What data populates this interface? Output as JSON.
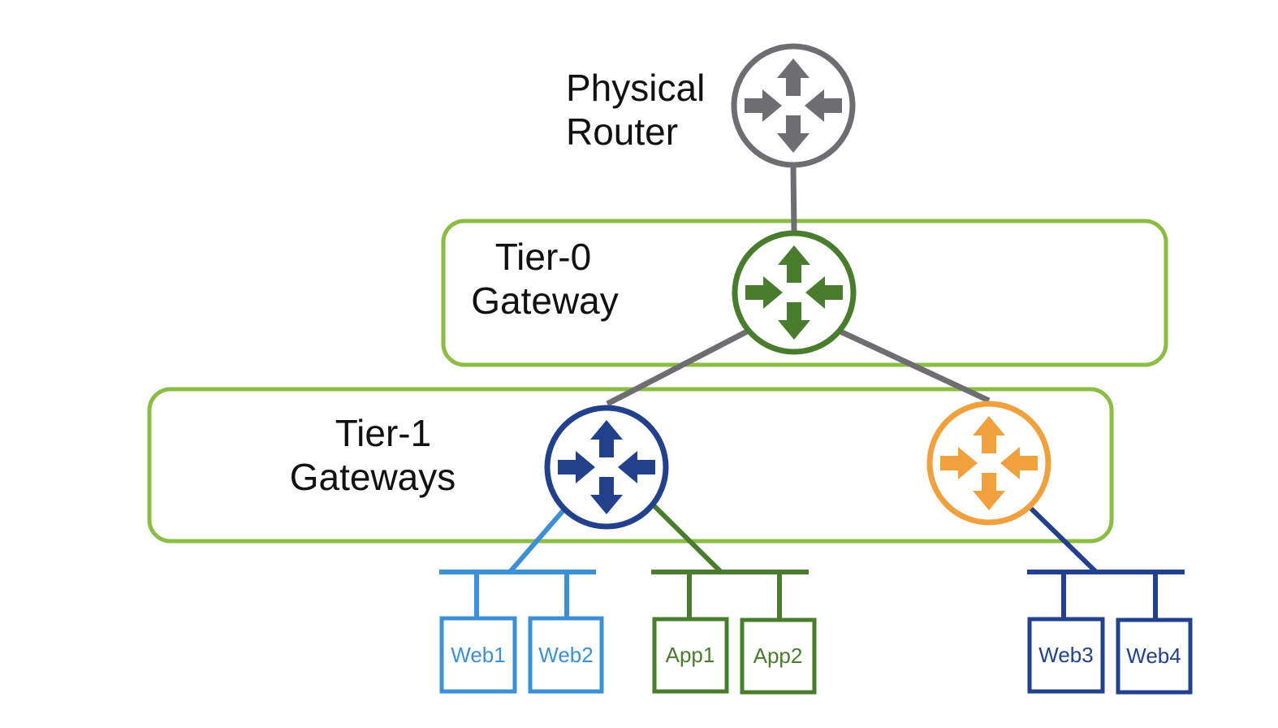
{
  "colors": {
    "gray": "#6e6e72",
    "tier0": "#4a7c2e",
    "tier_box": "#8bbd45",
    "tier1_a": "#22408c",
    "tier1_b": "#f0a03c",
    "seg_web": "#3d8fd6",
    "seg_app": "#4a7c2e",
    "seg_web2": "#22408c"
  },
  "icons": {
    "router": "router-icon"
  },
  "physical_router": {
    "line1": "Physical",
    "line2": "Router"
  },
  "tier0": {
    "line1": "Tier-0",
    "line2": "Gateway"
  },
  "tier1": {
    "line1": "Tier-1",
    "line2": "Gateways"
  },
  "vms": {
    "web1": "Web1",
    "web2": "Web2",
    "app1": "App1",
    "app2": "App2",
    "web3": "Web3",
    "web4": "Web4"
  }
}
